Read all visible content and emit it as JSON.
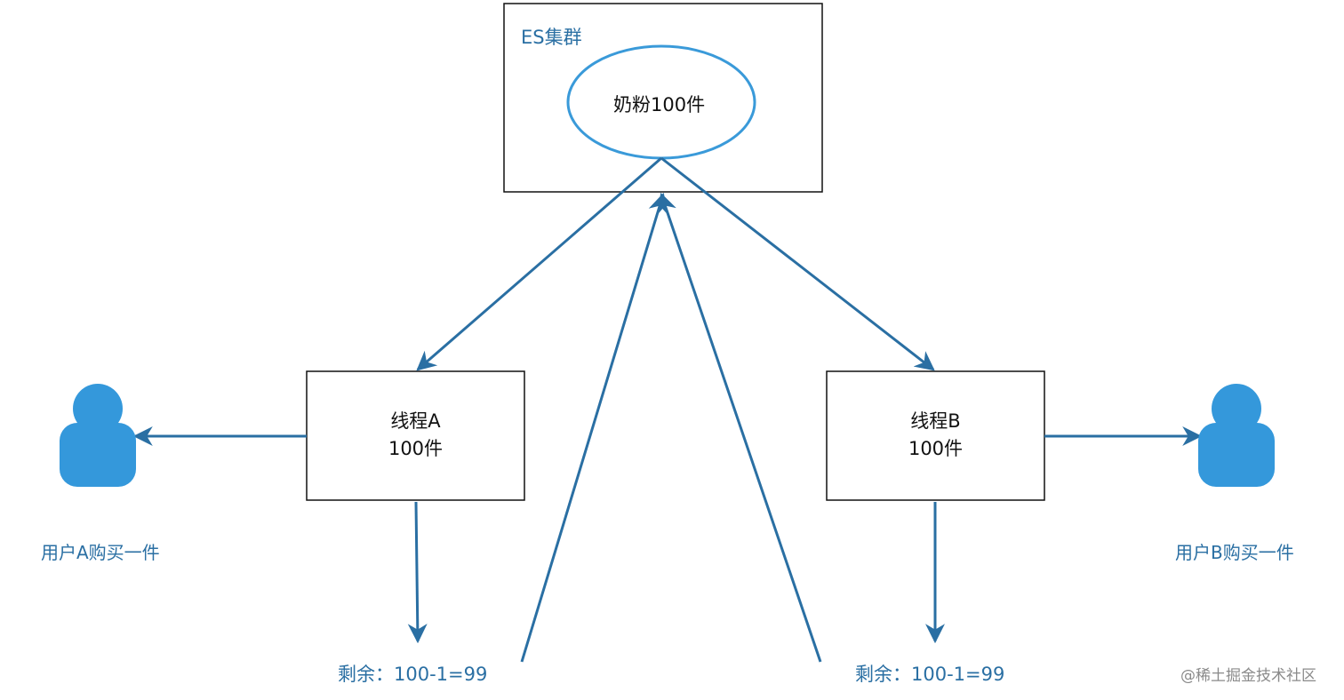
{
  "diagram": {
    "cluster": {
      "title": "ES集群",
      "node_label": "奶粉100件"
    },
    "thread_a": {
      "line1": "线程A",
      "line2": "100件"
    },
    "thread_b": {
      "line1": "线程B",
      "line2": "100件"
    },
    "user_a": {
      "label": "用户A购买一件"
    },
    "user_b": {
      "label": "用户B购买一件"
    },
    "remain_a": "剩余：100-1=99",
    "remain_b": "剩余：100-1=99",
    "watermark": "@稀土掘金技术社区"
  },
  "colors": {
    "arrow": "#2a6fa3",
    "ellipse_stroke": "#3a9ad9",
    "user_icon": "#3498db",
    "label_text": "#2a6fa3"
  }
}
